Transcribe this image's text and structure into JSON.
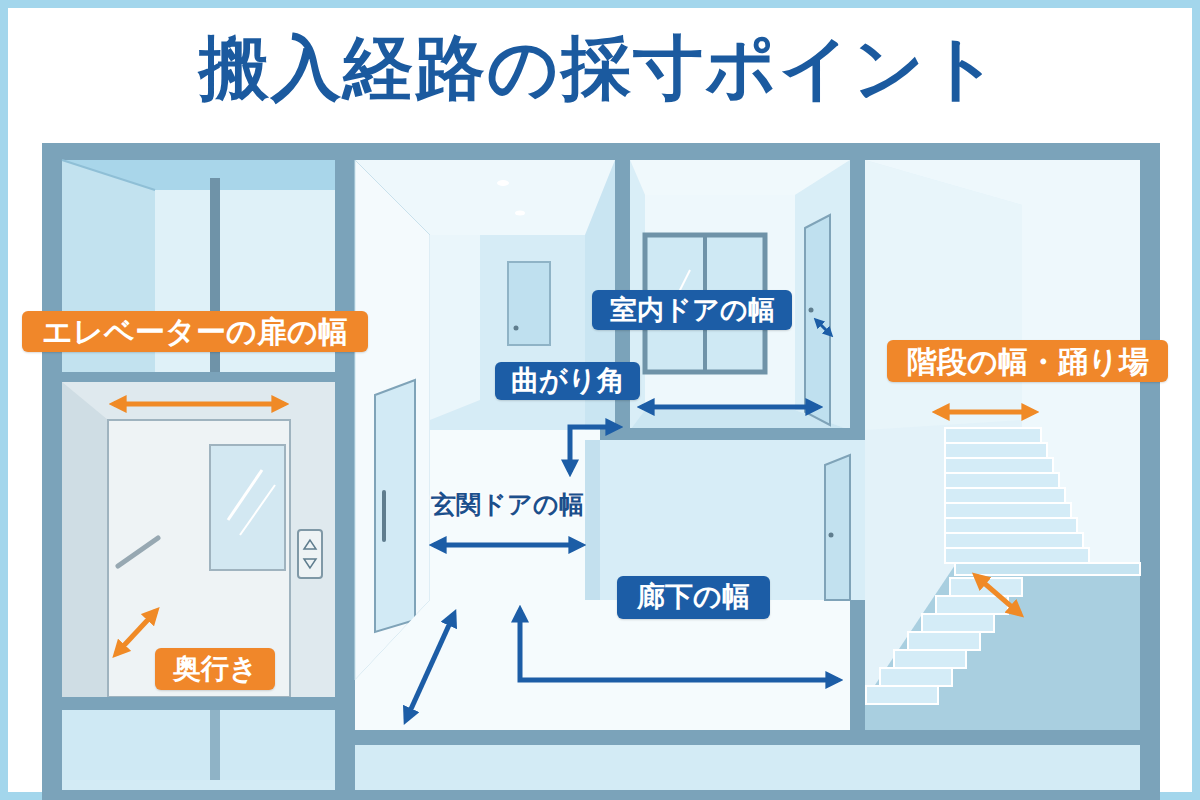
{
  "diagram": {
    "title": "搬入経路の採寸ポイント",
    "nodes": [
      {
        "text": [
          "室内ドアの幅"
        ]
      },
      {
        "text": [
          "エレベーターの扉の幅"
        ]
      },
      {
        "text": [
          "階段の幅・踊り場"
        ]
      },
      {
        "text": [
          "曲がり角"
        ]
      },
      {
        "text": [
          "廊下の幅"
        ]
      },
      {
        "text": [
          "奥行き"
        ]
      }
    ],
    "labels": [
      "玄関ドアの幅"
    ]
  }
}
